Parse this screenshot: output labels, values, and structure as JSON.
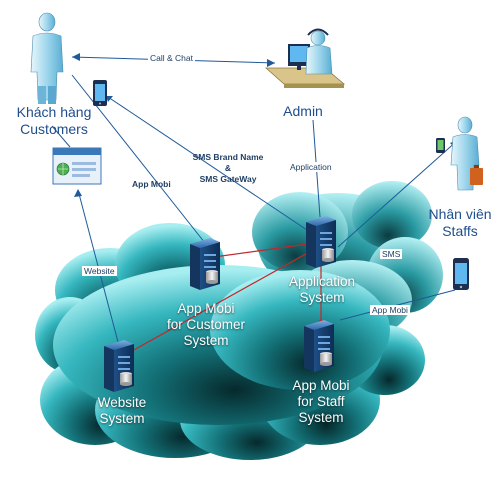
{
  "actors": {
    "customers": {
      "line1": "Khách hàng",
      "line2": "Customers"
    },
    "admin": {
      "line1": "Admin"
    },
    "staffs": {
      "line1": "Nhân viên",
      "line2": "Staffs"
    }
  },
  "systems": {
    "application": {
      "line1": "Application",
      "line2": "System"
    },
    "app_mobi_customer": {
      "line1": "App Mobi",
      "line2": "for Customer",
      "line3": "System"
    },
    "website": {
      "line1": "Website",
      "line2": "System"
    },
    "app_mobi_staff": {
      "line1": "App Mobi",
      "line2": "for Staff",
      "line3": "System"
    }
  },
  "connections": {
    "call_chat": "Call & Chat",
    "application": "Application",
    "sms_brand_line1": "SMS Brand Name",
    "sms_brand_line2": "&",
    "sms_brand_line3": "SMS GateWay",
    "app_mobi": "App Mobi",
    "website": "Website",
    "sms": "SMS",
    "app_mobi_staff": "App Mobi"
  },
  "colors": {
    "cloud_light": "#b9f2f4",
    "cloud_mid": "#3fc2c9",
    "cloud_dark": "#0c4448",
    "link_blue": "#1f5a99",
    "link_red": "#c0282c",
    "label_blue": "#1f4e8c"
  }
}
